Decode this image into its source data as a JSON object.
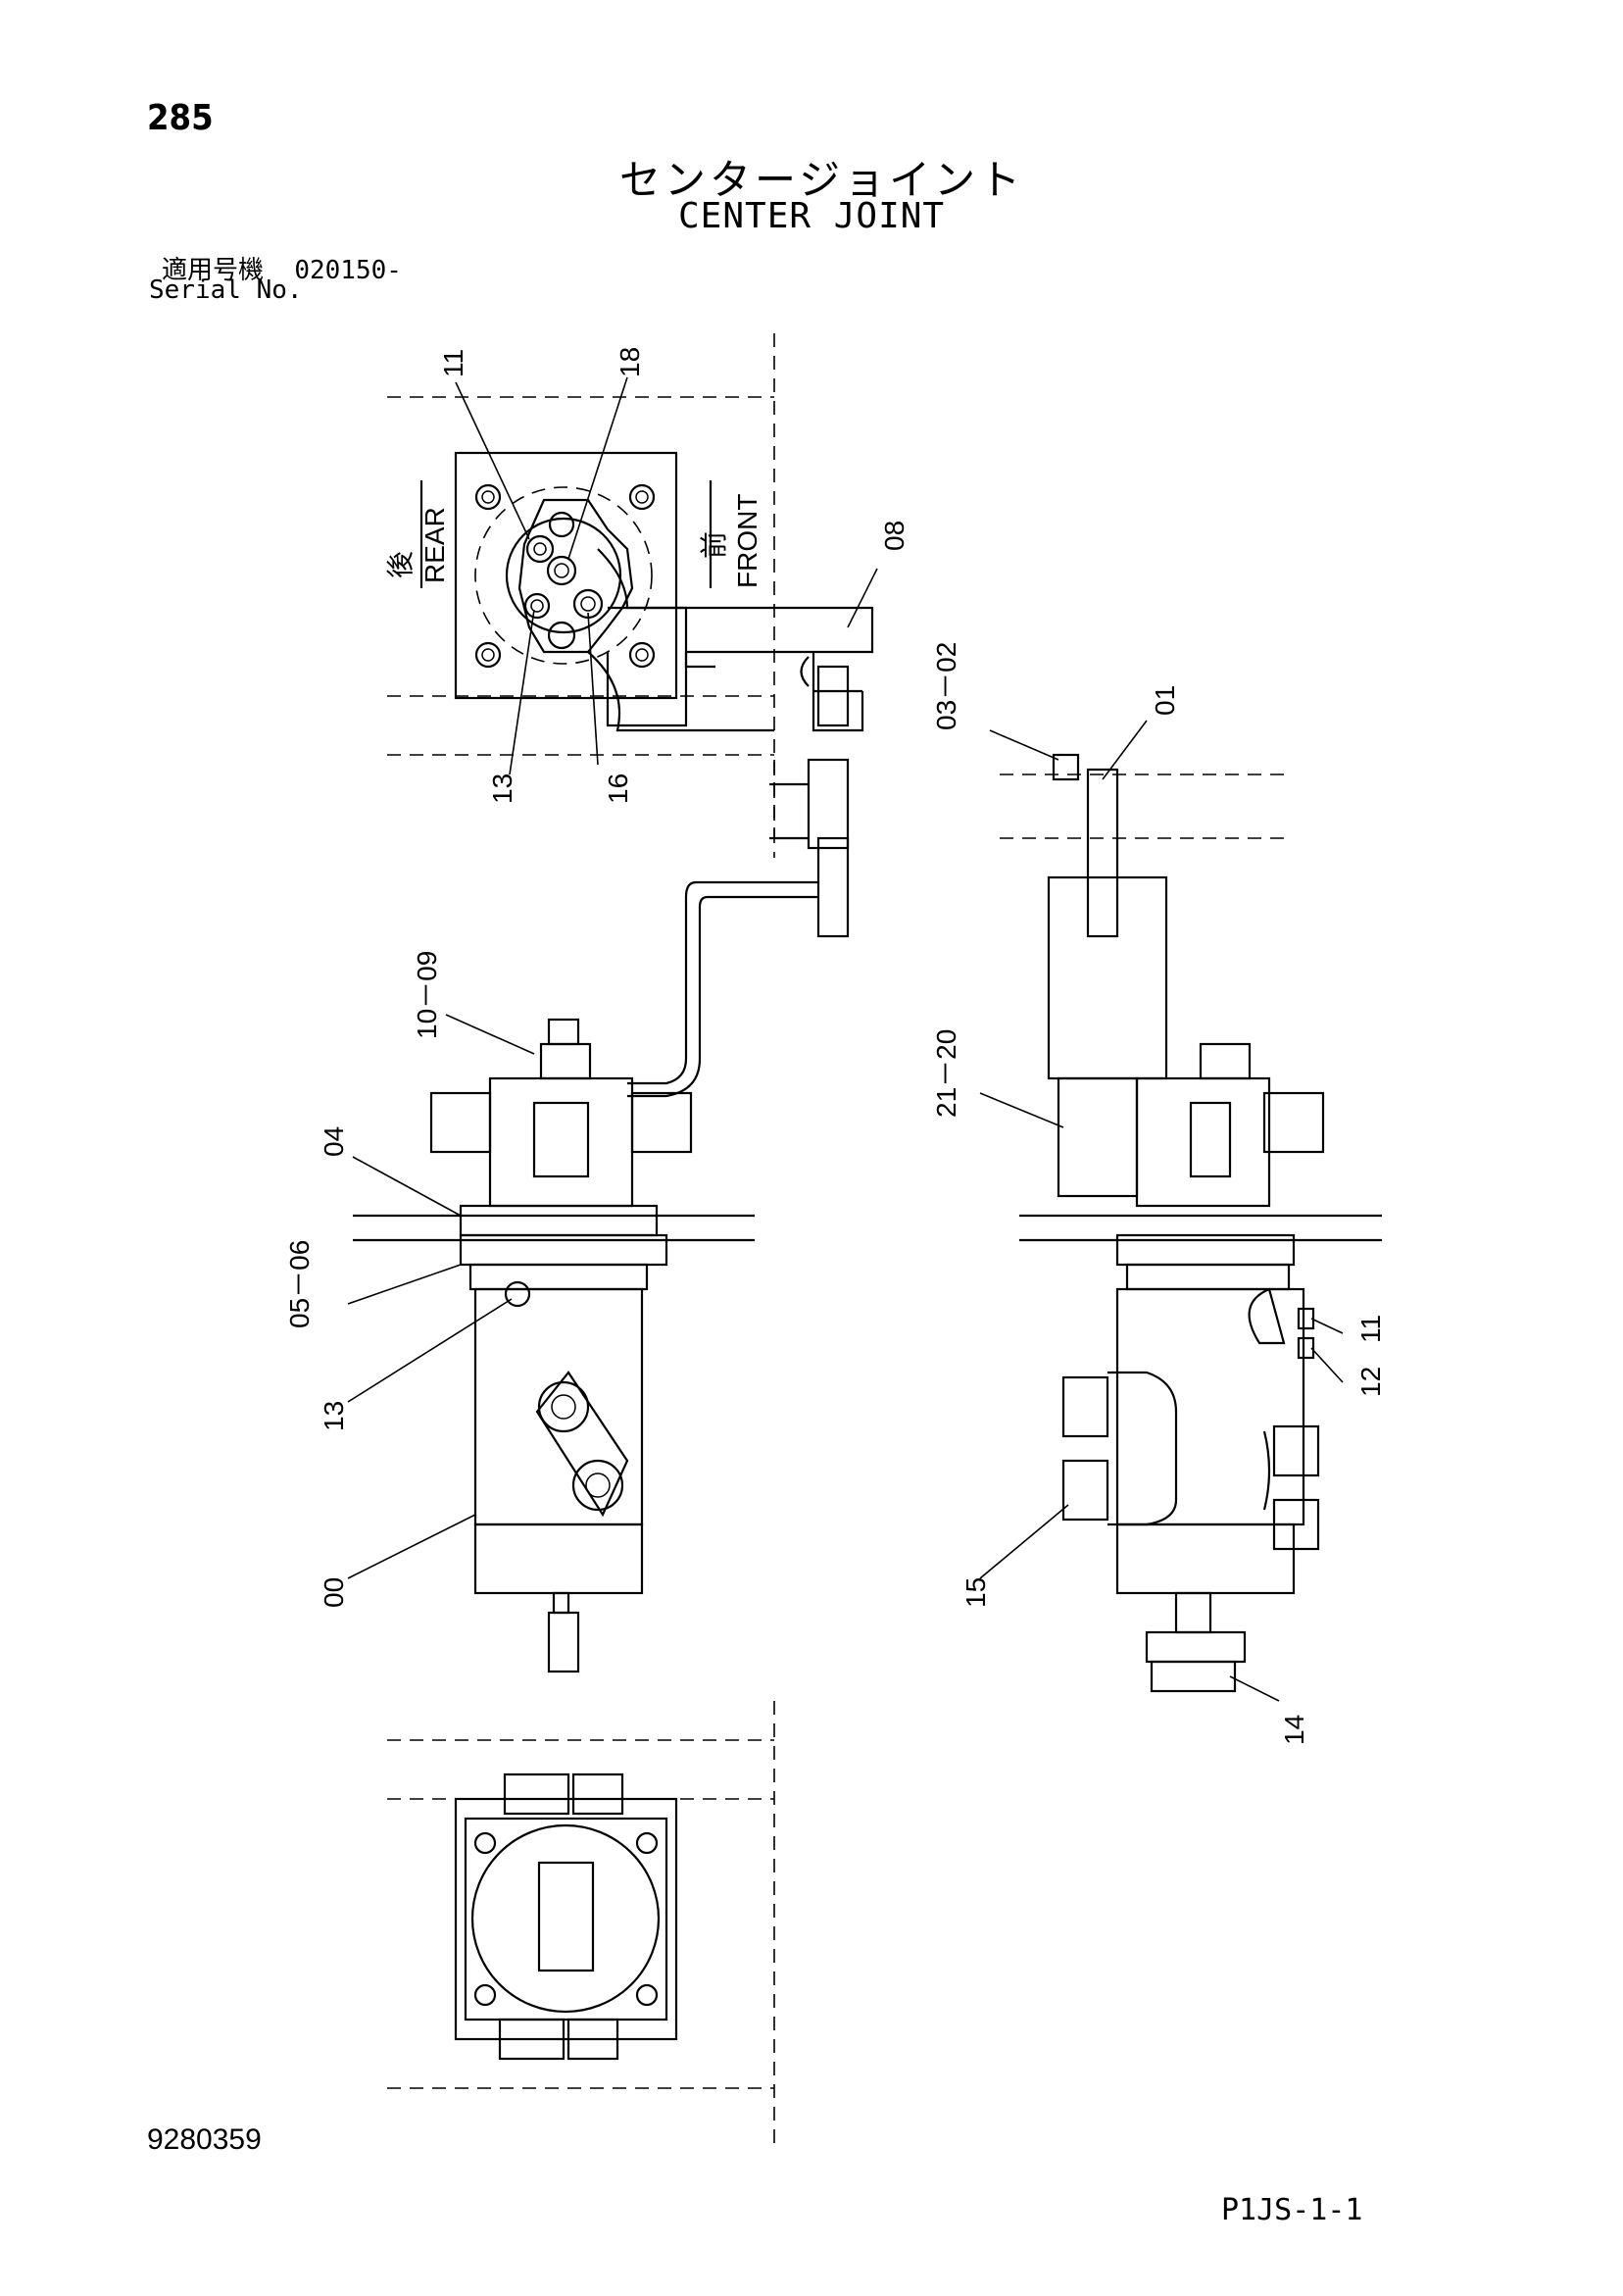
{
  "header": {
    "page_number": "285",
    "title_jp": "センタージョイント",
    "title_en": "CENTER JOINT",
    "serial_label_jp": "適用号機",
    "serial_value": "020150-",
    "serial_label_en": "Serial No."
  },
  "top_view": {
    "rear_label_jp": "後",
    "rear_label_en": "REAR",
    "front_label_jp": "前",
    "front_label_en": "FRONT"
  },
  "callouts": {
    "c11_top": "11",
    "c18": "18",
    "c08": "08",
    "c13_top": "13",
    "c16": "16",
    "c0302": "03－02",
    "c01": "01",
    "c1009": "10－09",
    "c04": "04",
    "c2120": "21－20",
    "c0506": "05－06",
    "c13_side": "13",
    "c11_right": "11",
    "c12": "12",
    "c00": "00",
    "c15": "15",
    "c14": "14"
  },
  "footer": {
    "doc_number": "9280359",
    "page_code": "P1JS-1-1"
  }
}
